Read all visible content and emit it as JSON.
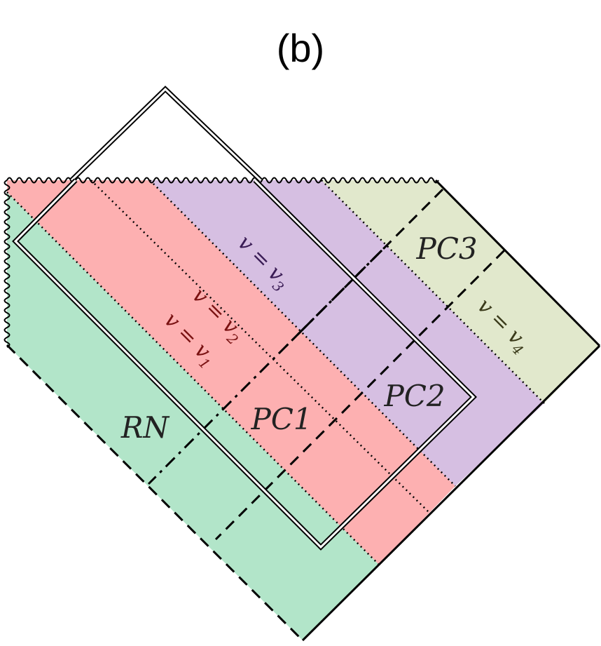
{
  "panel_label": "(b)",
  "colors": {
    "rn": "#b2e5c9",
    "pc1": "#fdb0b1",
    "pc2": "#d6bfe2",
    "pc3": "#e1e8cc",
    "line": "#000000",
    "label_v1": "#7a1212",
    "label_v2": "#7a1212",
    "label_v3": "#3a1c55",
    "label_v4": "#3a3a1a",
    "label_region": "#222222"
  },
  "regions": [
    {
      "id": "rn",
      "label": "RN"
    },
    {
      "id": "pc1",
      "label": "PC1"
    },
    {
      "id": "pc2",
      "label": "PC2"
    },
    {
      "id": "pc3",
      "label": "PC3"
    }
  ],
  "v_lines": [
    {
      "id": "v1",
      "var": "v",
      "eq": "=",
      "sym": "v",
      "sub": "1"
    },
    {
      "id": "v2",
      "var": "v",
      "eq": "=",
      "sym": "v",
      "sub": "2"
    },
    {
      "id": "v3",
      "var": "v",
      "eq": "=",
      "sym": "v",
      "sub": "3"
    },
    {
      "id": "v4",
      "var": "v",
      "eq": "=",
      "sym": "v",
      "sub": "4"
    }
  ]
}
